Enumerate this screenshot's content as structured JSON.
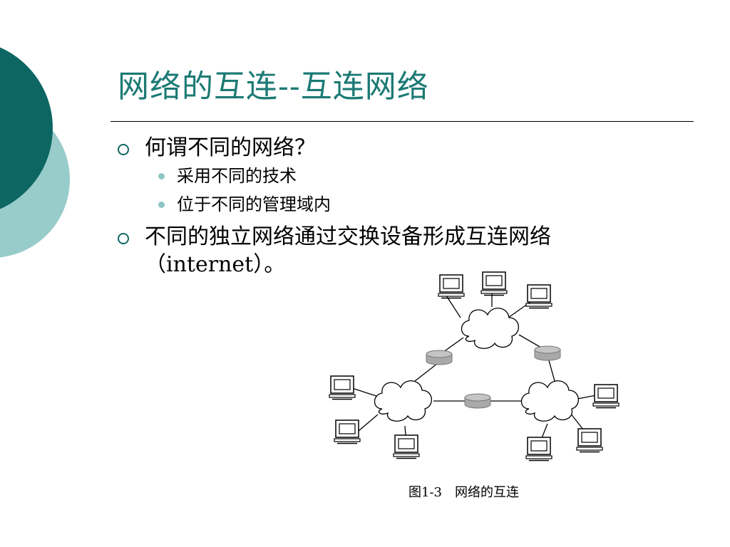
{
  "slide": {
    "title": "网络的互连--互连网络",
    "bullets": [
      {
        "text": "何谓不同的网络？",
        "sub": [
          "采用不同的技术",
          "位于不同的管理域内"
        ]
      },
      {
        "text_line1": "不同的独立网络通过交换设备形成互连网络",
        "text_line2": "（internet）。"
      }
    ],
    "figure_caption": "图1-3　网络的互连"
  },
  "colors": {
    "title": "#1c7a74",
    "dark_teal": "#0d6662",
    "light_teal": "#98cccb",
    "router_gray": "#a9a9a9"
  }
}
